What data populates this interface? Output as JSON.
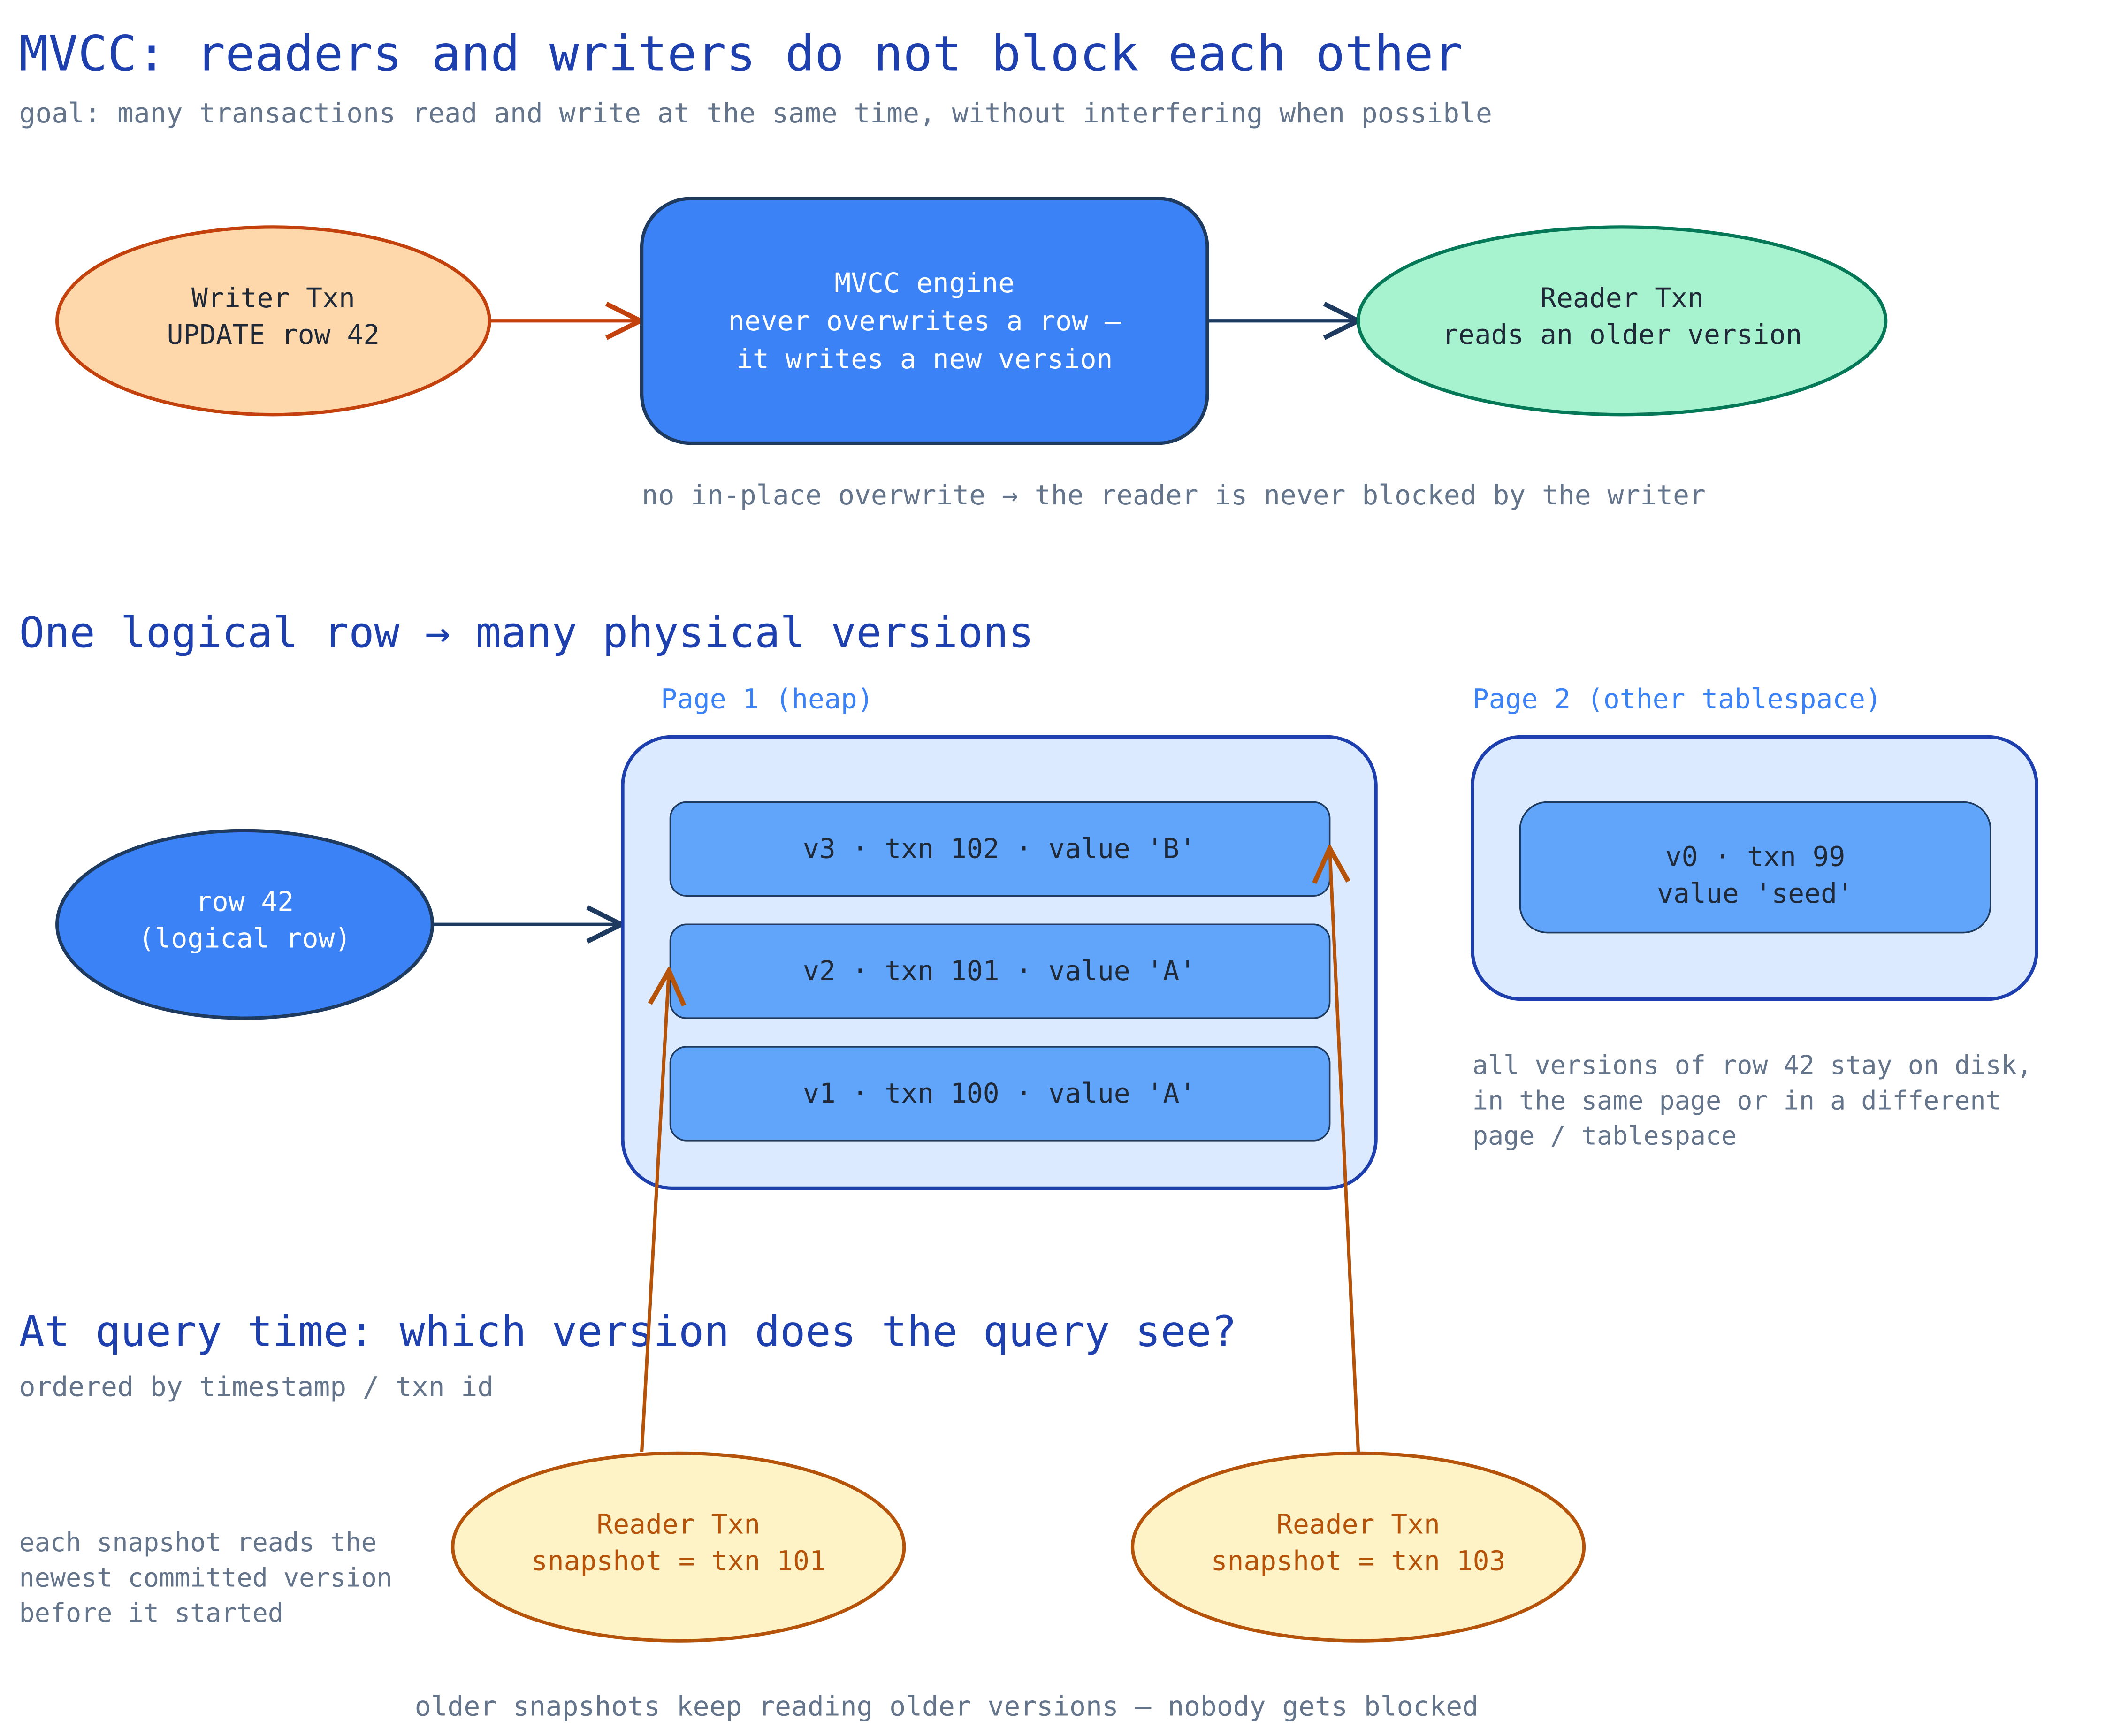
{
  "title": "MVCC: readers and writers do not block each other",
  "subtitle": "goal: many transactions read and write at the same time, without interfering when possible",
  "top": {
    "writer": [
      "Writer Txn",
      "UPDATE row 42"
    ],
    "engine": [
      "MVCC engine",
      "never overwrites a row —",
      "it writes a new version"
    ],
    "reader": [
      "Reader Txn",
      "reads an older version"
    ],
    "caption": "no in-place overwrite → the reader is never blocked by the writer"
  },
  "versions_section": {
    "heading": "One logical row → many physical versions",
    "logical_row": [
      "row 42",
      "(logical row)"
    ],
    "page1_label": "Page 1 (heap)",
    "page2_label": "Page 2 (other tablespace)",
    "page1_versions": [
      "v3 · txn 102 · value 'B'",
      "v2 · txn 101 · value 'A'",
      "v1 · txn 100 · value 'A'"
    ],
    "page2_version": [
      "v0 · txn 99",
      "value 'seed'"
    ],
    "disk_note": [
      "all versions of row 42 stay on disk,",
      "in the same page or in a different",
      "page / tablespace"
    ]
  },
  "query_section": {
    "heading": "At query time: which version does the query see?",
    "subheading": "ordered by timestamp / txn id",
    "side_note": [
      "each snapshot reads the",
      "newest committed version",
      "before it started"
    ],
    "reader_a": [
      "Reader Txn",
      "snapshot = txn 101"
    ],
    "reader_b": [
      "Reader Txn",
      "snapshot = txn 103"
    ],
    "footer": "older snapshots keep reading older versions — nobody gets blocked"
  },
  "colors": {
    "heading": "#1e40af",
    "muted": "#64748b",
    "writer_fill": "#fed7aa",
    "writer_stroke": "#c2410c",
    "engine_fill": "#3b82f6",
    "reader_fill": "#a7f3d0",
    "reader_stroke": "#047857",
    "page_fill": "#dbeafe",
    "version_fill": "#60a5fa",
    "snapshot_fill": "#fef3c7",
    "snapshot_stroke": "#b45309"
  }
}
